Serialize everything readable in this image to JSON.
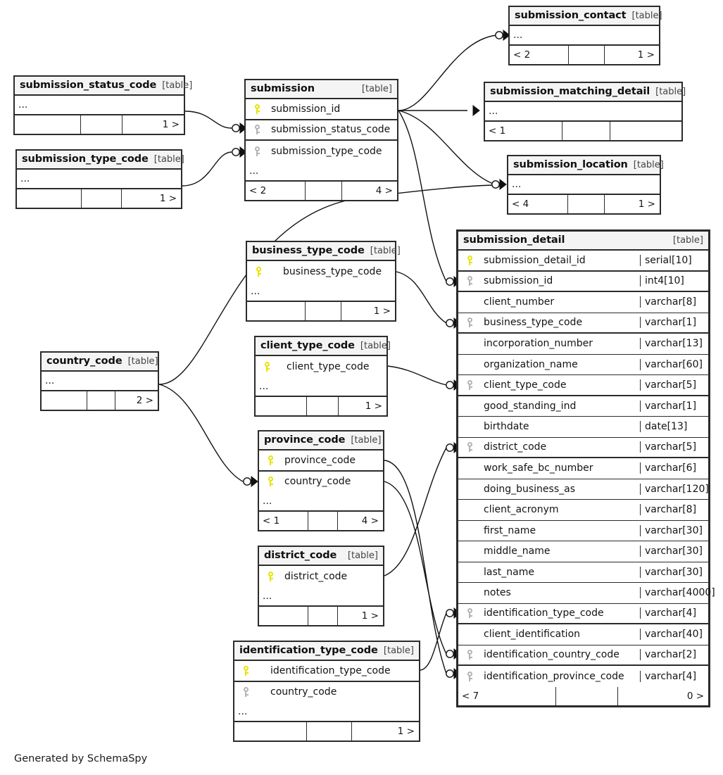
{
  "diagram": {
    "generator_note": "Generated by SchemaSpy",
    "table_tag": "[table]",
    "ellipsis": "...",
    "colors": {
      "primary_key": "#e8e400",
      "foreign_key": "#b3b3b3",
      "header_bg": "#f4f4f4",
      "border": "#2b2b2b",
      "background": "#ffffff"
    }
  },
  "tables": [
    {
      "id": "submission_status_code",
      "name": "submission_status_code",
      "columns": [],
      "has_ellipsis": true,
      "footer": {
        "left": "",
        "mid": "",
        "right": "1 >"
      }
    },
    {
      "id": "submission_type_code",
      "name": "submission_type_code",
      "columns": [],
      "has_ellipsis": true,
      "footer": {
        "left": "",
        "mid": "",
        "right": "1 >"
      }
    },
    {
      "id": "submission",
      "name": "submission",
      "columns": [
        {
          "name": "submission_id",
          "key": "pk",
          "type": ""
        },
        {
          "name": "submission_status_code",
          "key": "fk",
          "type": ""
        },
        {
          "name": "submission_type_code",
          "key": "fk",
          "type": ""
        }
      ],
      "has_ellipsis": true,
      "footer": {
        "left": "< 2",
        "mid": "",
        "right": "4 >"
      }
    },
    {
      "id": "submission_contact",
      "name": "submission_contact",
      "columns": [],
      "has_ellipsis": true,
      "footer": {
        "left": "< 2",
        "mid": "",
        "right": "1 >"
      }
    },
    {
      "id": "submission_matching_detail",
      "name": "submission_matching_detail",
      "columns": [],
      "has_ellipsis": true,
      "footer": {
        "left": "< 1",
        "mid": "",
        "right": ""
      }
    },
    {
      "id": "submission_location",
      "name": "submission_location",
      "columns": [],
      "has_ellipsis": true,
      "footer": {
        "left": "< 4",
        "mid": "",
        "right": "1 >"
      }
    },
    {
      "id": "business_type_code",
      "name": "business_type_code",
      "columns": [
        {
          "name": "business_type_code",
          "key": "pk",
          "type": ""
        }
      ],
      "has_ellipsis": true,
      "footer": {
        "left": "",
        "mid": "",
        "right": "1 >"
      }
    },
    {
      "id": "client_type_code",
      "name": "client_type_code",
      "columns": [
        {
          "name": "client_type_code",
          "key": "pk",
          "type": ""
        }
      ],
      "has_ellipsis": true,
      "footer": {
        "left": "",
        "mid": "",
        "right": "1 >"
      }
    },
    {
      "id": "country_code",
      "name": "country_code",
      "columns": [],
      "has_ellipsis": true,
      "footer": {
        "left": "",
        "mid": "",
        "right": "2 >"
      }
    },
    {
      "id": "province_code",
      "name": "province_code",
      "columns": [
        {
          "name": "province_code",
          "key": "pk",
          "type": ""
        },
        {
          "name": "country_code",
          "key": "pk",
          "type": ""
        }
      ],
      "has_ellipsis": true,
      "footer": {
        "left": "< 1",
        "mid": "",
        "right": "4 >"
      }
    },
    {
      "id": "district_code",
      "name": "district_code",
      "columns": [
        {
          "name": "district_code",
          "key": "pk",
          "type": ""
        }
      ],
      "has_ellipsis": true,
      "footer": {
        "left": "",
        "mid": "",
        "right": "1 >"
      }
    },
    {
      "id": "identification_type_code",
      "name": "identification_type_code",
      "columns": [
        {
          "name": "identification_type_code",
          "key": "pk",
          "type": ""
        },
        {
          "name": "country_code",
          "key": "fk",
          "type": ""
        }
      ],
      "has_ellipsis": true,
      "footer": {
        "left": "",
        "mid": "",
        "right": "1 >"
      }
    },
    {
      "id": "submission_detail",
      "name": "submission_detail",
      "primary": true,
      "columns": [
        {
          "name": "submission_detail_id",
          "key": "pk",
          "type": "serial[10]"
        },
        {
          "name": "submission_id",
          "key": "fk",
          "type": "int4[10]"
        },
        {
          "name": "client_number",
          "key": "",
          "type": "varchar[8]"
        },
        {
          "name": "business_type_code",
          "key": "fk",
          "type": "varchar[1]"
        },
        {
          "name": "incorporation_number",
          "key": "",
          "type": "varchar[13]"
        },
        {
          "name": "organization_name",
          "key": "",
          "type": "varchar[60]"
        },
        {
          "name": "client_type_code",
          "key": "fk",
          "type": "varchar[5]"
        },
        {
          "name": "good_standing_ind",
          "key": "",
          "type": "varchar[1]"
        },
        {
          "name": "birthdate",
          "key": "",
          "type": "date[13]"
        },
        {
          "name": "district_code",
          "key": "fk",
          "type": "varchar[5]"
        },
        {
          "name": "work_safe_bc_number",
          "key": "",
          "type": "varchar[6]"
        },
        {
          "name": "doing_business_as",
          "key": "",
          "type": "varchar[120]"
        },
        {
          "name": "client_acronym",
          "key": "",
          "type": "varchar[8]"
        },
        {
          "name": "first_name",
          "key": "",
          "type": "varchar[30]"
        },
        {
          "name": "middle_name",
          "key": "",
          "type": "varchar[30]"
        },
        {
          "name": "last_name",
          "key": "",
          "type": "varchar[30]"
        },
        {
          "name": "notes",
          "key": "",
          "type": "varchar[4000]"
        },
        {
          "name": "identification_type_code",
          "key": "fk",
          "type": "varchar[4]"
        },
        {
          "name": "client_identification",
          "key": "",
          "type": "varchar[40]"
        },
        {
          "name": "identification_country_code",
          "key": "fk",
          "type": "varchar[2]"
        },
        {
          "name": "identification_province_code",
          "key": "fk",
          "type": "varchar[4]"
        }
      ],
      "has_ellipsis": false,
      "footer": {
        "left": "< 7",
        "mid": "",
        "right": "0 >"
      }
    }
  ]
}
